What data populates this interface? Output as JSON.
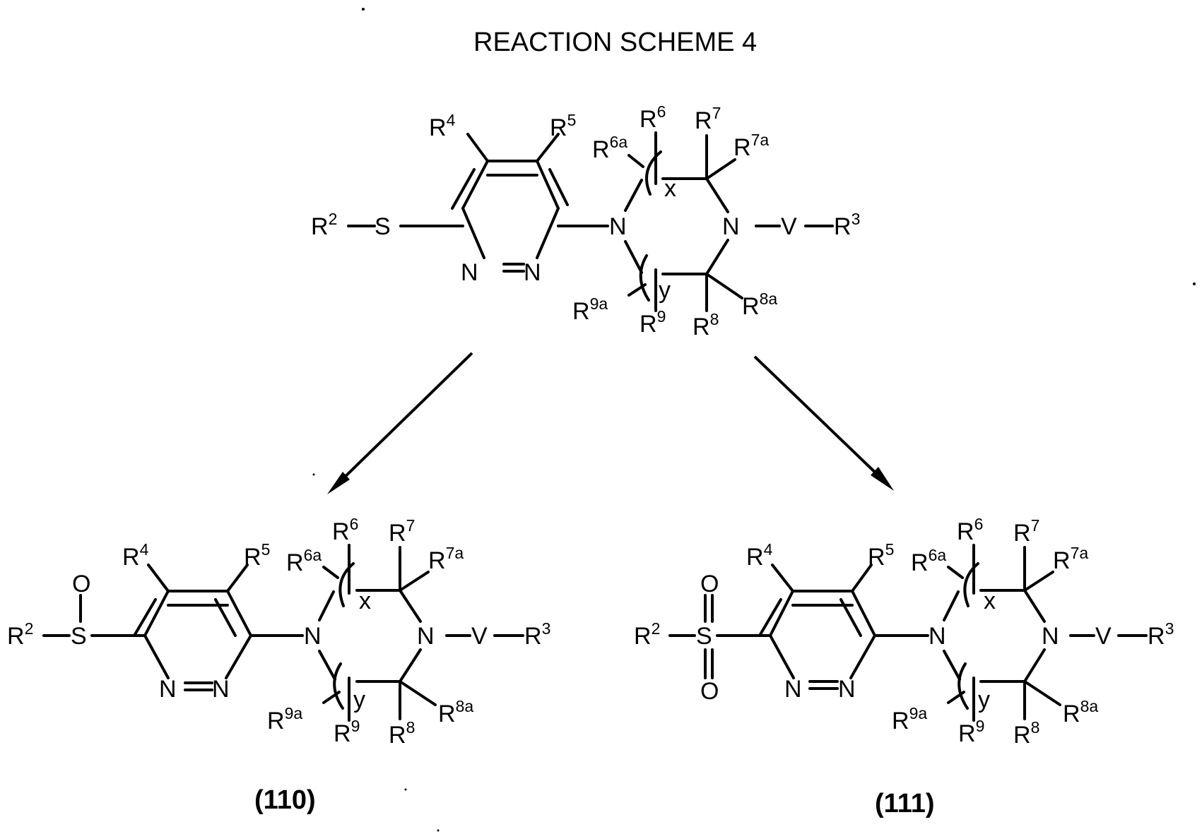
{
  "title": "REACTION SCHEME 4",
  "symbols": {
    "R": "R",
    "S": "S",
    "N": "N",
    "O": "O",
    "V": "V",
    "x": "x",
    "y": "y"
  },
  "superscripts": {
    "r2": "2",
    "r3": "3",
    "r4": "4",
    "r5": "5",
    "r6": "6",
    "r6a": "6a",
    "r7": "7",
    "r7a": "7a",
    "r8": "8",
    "r8a": "8a",
    "r9": "9",
    "r9a": "9a"
  },
  "compounds": {
    "sulfoxide": "(110)",
    "sulfone": "(111)"
  }
}
